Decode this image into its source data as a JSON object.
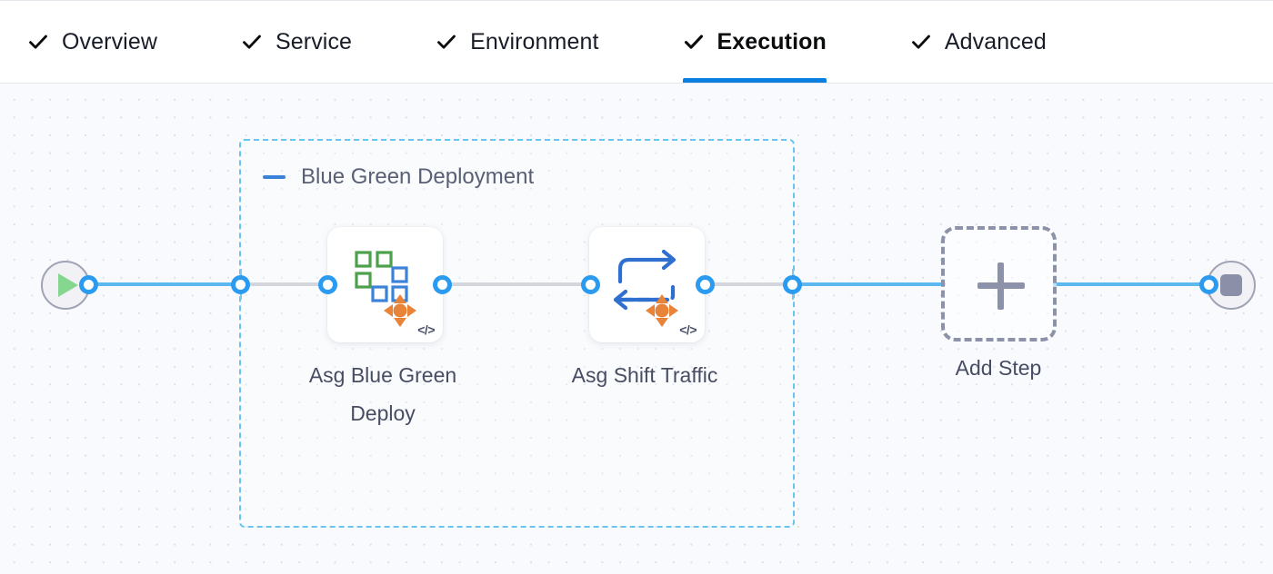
{
  "tabs": [
    {
      "label": "Overview",
      "icon": "check-icon",
      "completed": true,
      "active": false
    },
    {
      "label": "Service",
      "icon": "check-icon",
      "completed": true,
      "active": false
    },
    {
      "label": "Environment",
      "icon": "check-icon",
      "completed": true,
      "active": false
    },
    {
      "label": "Execution",
      "icon": "check-icon",
      "completed": true,
      "active": true
    },
    {
      "label": "Advanced",
      "icon": "check-icon",
      "completed": true,
      "active": false
    }
  ],
  "canvas": {
    "group": {
      "title": "Blue Green Deployment",
      "collapse_icon": "minus-icon",
      "border_color": "#69c5f0"
    },
    "start_node": {
      "icon": "play-icon",
      "name": "pipeline-start"
    },
    "end_node": {
      "icon": "stop-icon",
      "name": "pipeline-end"
    },
    "steps": [
      {
        "label": "Asg Blue Green Deploy",
        "icon": "asg-blue-green-deploy-icon",
        "badge": "</>"
      },
      {
        "label": "Asg Shift Traffic",
        "icon": "asg-shift-traffic-icon",
        "badge": "</>"
      }
    ],
    "add_step": {
      "label": "Add Step",
      "icon": "plus-icon"
    }
  },
  "colors": {
    "accent_blue": "#0b7fe0",
    "edge_blue": "#5db8f0",
    "ring_blue": "#2a9bf0",
    "group_border": "#69c5f0",
    "dashed_gray": "#c3c6cf",
    "canvas_bg": "#f8fafd",
    "text_gray": "#474d63",
    "play_green": "#85d68f",
    "stop_gray": "#8b90a8",
    "aws_orange": "#e8833a",
    "icon_green": "#4da14d",
    "icon_blue": "#3b83d8"
  }
}
